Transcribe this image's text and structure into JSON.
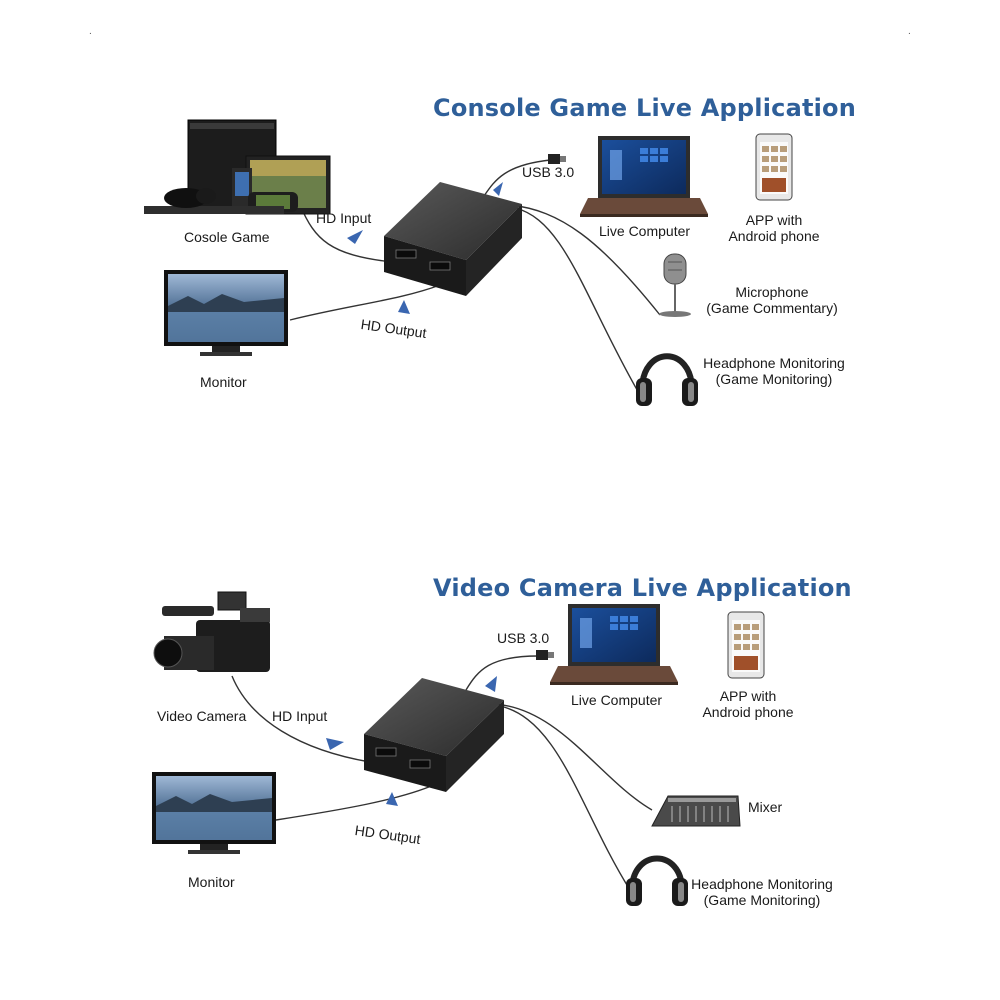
{
  "top": {
    "title": "Console Game Live Application",
    "labels": {
      "console": "Cosole Game",
      "hd_input": "HD Input",
      "usb": "USB 3.0",
      "live_computer": "Live Computer",
      "app_line1": "APP with",
      "app_line2": "Android phone",
      "mic_line1": "Microphone",
      "mic_line2": "(Game Commentary)",
      "hd_output": "HD  Output",
      "headphone_line1": "Headphone Monitoring",
      "headphone_line2": "(Game Monitoring)",
      "monitor": "Monitor"
    }
  },
  "bottom": {
    "title": "Video Camera Live Application",
    "labels": {
      "camera": "Video Camera",
      "hd_input": "HD Input",
      "usb": "USB 3.0",
      "live_computer": "Live Computer",
      "app_line1": "APP with",
      "app_line2": "Android phone",
      "mixer": "Mixer",
      "hd_output": "HD  Output",
      "headphone_line1": "Headphone Monitoring",
      "headphone_line2": "(Game Monitoring)",
      "monitor": "Monitor"
    }
  },
  "colors": {
    "title": "#2f5f99",
    "arrow": "#3a66b0",
    "device": "#2a2a2a",
    "cable": "#333333"
  },
  "icons": [
    "game-console-icon",
    "laptop-icon",
    "smartphone-icon",
    "microphone-icon",
    "headphones-icon",
    "monitor-icon",
    "capture-box-icon",
    "video-camera-icon",
    "audio-mixer-icon",
    "usb-plug-icon",
    "arrow-icon"
  ]
}
